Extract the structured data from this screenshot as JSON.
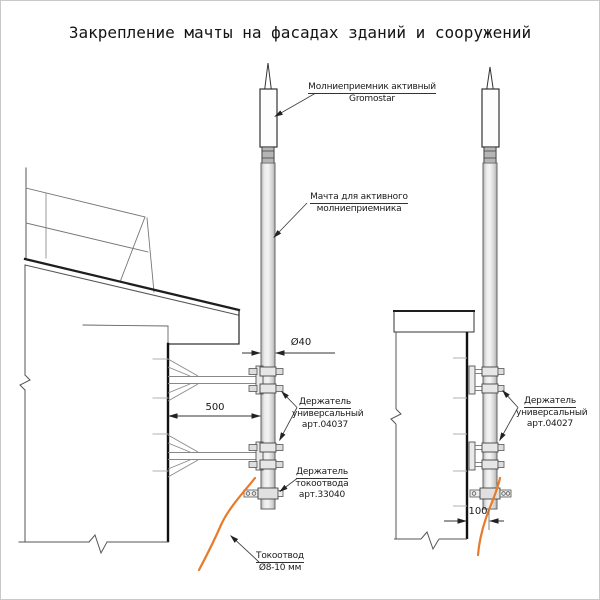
{
  "title": "Закрепление мачты на фасадах зданий и сооружений",
  "labels": {
    "receiver": {
      "line1": "Молниеприемник активный",
      "line2": "Gromostar"
    },
    "mast": {
      "line1": "Мачта для активного",
      "line2": "молниеприемника"
    },
    "holder_universal_left": {
      "line1": "Держатель",
      "line2": "универсальный",
      "line3": "арт.04037"
    },
    "holder_conductor": {
      "line1": "Держатель",
      "line2": "токоотвода",
      "line3": "арт.33040"
    },
    "conductor": {
      "line1": "Токоотвод",
      "line2": "Ø8-10 мм"
    },
    "holder_universal_right": {
      "line1": "Держатель",
      "line2": "универсальный",
      "line3": "арт.04027"
    }
  },
  "dimensions": {
    "mast_diameter": "Ø40",
    "offset_left": "500",
    "offset_right": "100"
  },
  "colors": {
    "wire": "#e87b2a",
    "line": "#333333",
    "mast_fill": "#d9d9d9"
  }
}
